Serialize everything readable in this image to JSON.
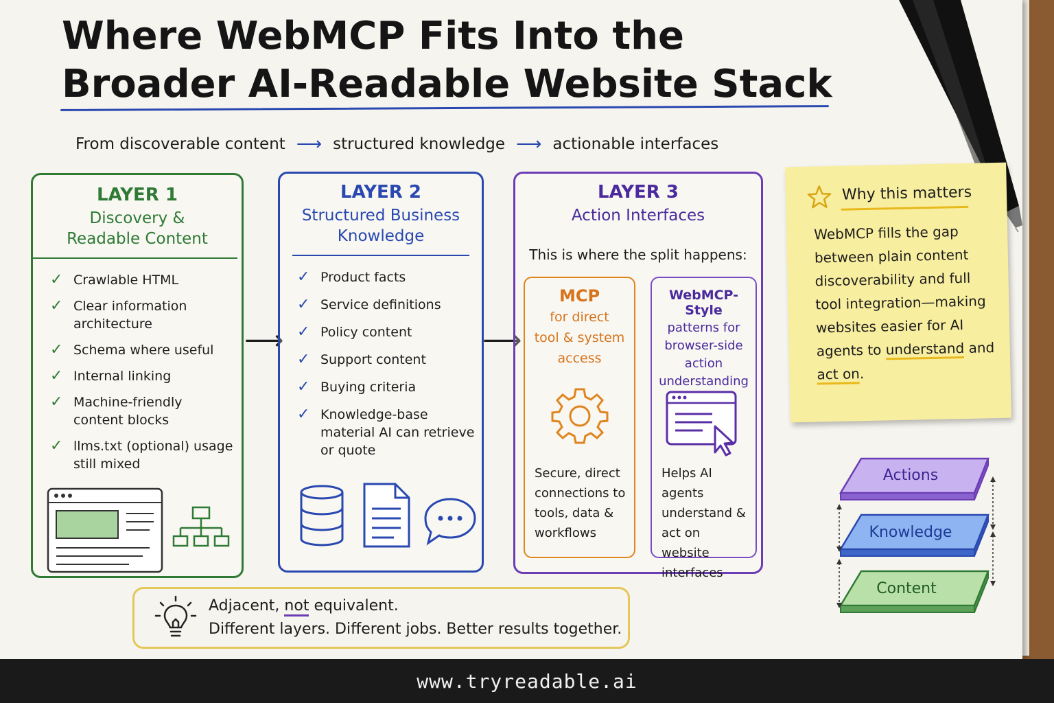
{
  "title": {
    "line1": "Where WebMCP Fits Into the",
    "line2": "Broader AI-Readable Website Stack"
  },
  "subtitle": {
    "part1": "From discoverable content",
    "part2": "structured knowledge",
    "part3": "actionable interfaces",
    "arrow": "⟶"
  },
  "layer1": {
    "heading": "LAYER 1",
    "name_line1": "Discovery &",
    "name_line2": "Readable Content",
    "items": [
      "Crawlable HTML",
      "Clear information architecture",
      "Schema where useful",
      "Internal linking",
      "Machine-friendly content blocks",
      "llms.txt (optional) usage still mixed"
    ]
  },
  "layer2": {
    "heading": "LAYER 2",
    "name_line1": "Structured Business",
    "name_line2": "Knowledge",
    "items": [
      "Product facts",
      "Service definitions",
      "Policy content",
      "Support content",
      "Buying criteria",
      "Knowledge-base material AI can retrieve or quote"
    ]
  },
  "layer3": {
    "heading": "LAYER 3",
    "name": "Action Interfaces",
    "split_text": "This is where the split happens:",
    "mcp": {
      "heading": "MCP",
      "desc_line1": "for direct",
      "desc_line2": "tool & system",
      "desc_line3": "access",
      "body": "Secure, direct connections to tools, data & workflows"
    },
    "webmcp": {
      "heading": "WebMCP-Style",
      "desc_line1": "patterns for",
      "desc_line2": "browser-side",
      "desc_line3": "action",
      "desc_line4": "understanding",
      "body": "Helps AI agents understand & act on website interfaces"
    }
  },
  "note": {
    "heading": "Why this matters",
    "body_part1": "WebMCP fills the gap between plain content discoverability and full tool integration—making websites easier for AI agents to ",
    "hl1": "understand",
    "mid": " and ",
    "hl2": "act on",
    "end": "."
  },
  "stack": {
    "top": "Actions",
    "middle": "Knowledge",
    "bottom": "Content"
  },
  "callout": {
    "pre": "Adjacent, ",
    "not": "not",
    "post": " equivalent.",
    "line2": "Different layers. Different jobs. Better results together."
  },
  "footer": {
    "url": "www.tryreadable.ai"
  },
  "flow_arrow": "⟶",
  "check": "✓",
  "colors": {
    "layer1": "#2f7a35",
    "layer2": "#2948b0",
    "layer3": "#6b3cb4",
    "mcp": "#e0841e",
    "note": "#f8eea0"
  }
}
